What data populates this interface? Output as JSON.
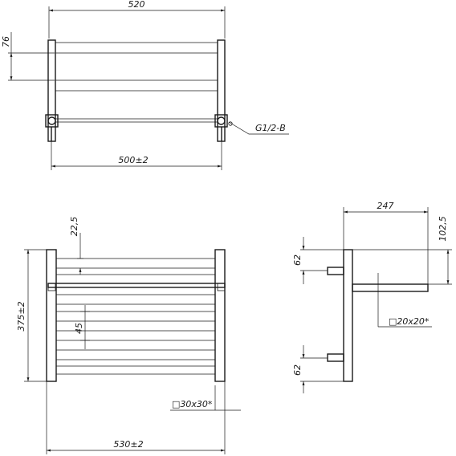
{
  "top_view": {
    "overall_width": "520",
    "bar_spacing": "76",
    "connection_spacing": "500±2",
    "thread": "G1/2-B"
  },
  "front_view": {
    "overall_width": "530±2",
    "height": "375±2",
    "top_gap": "22,5",
    "bar_pitch": "45",
    "post_profile": "□30x30*"
  },
  "side_view": {
    "depth": "247",
    "shelf_height": "102,5",
    "upper_bracket": "62",
    "lower_bracket": "62",
    "bar_profile": "□20x20*"
  }
}
